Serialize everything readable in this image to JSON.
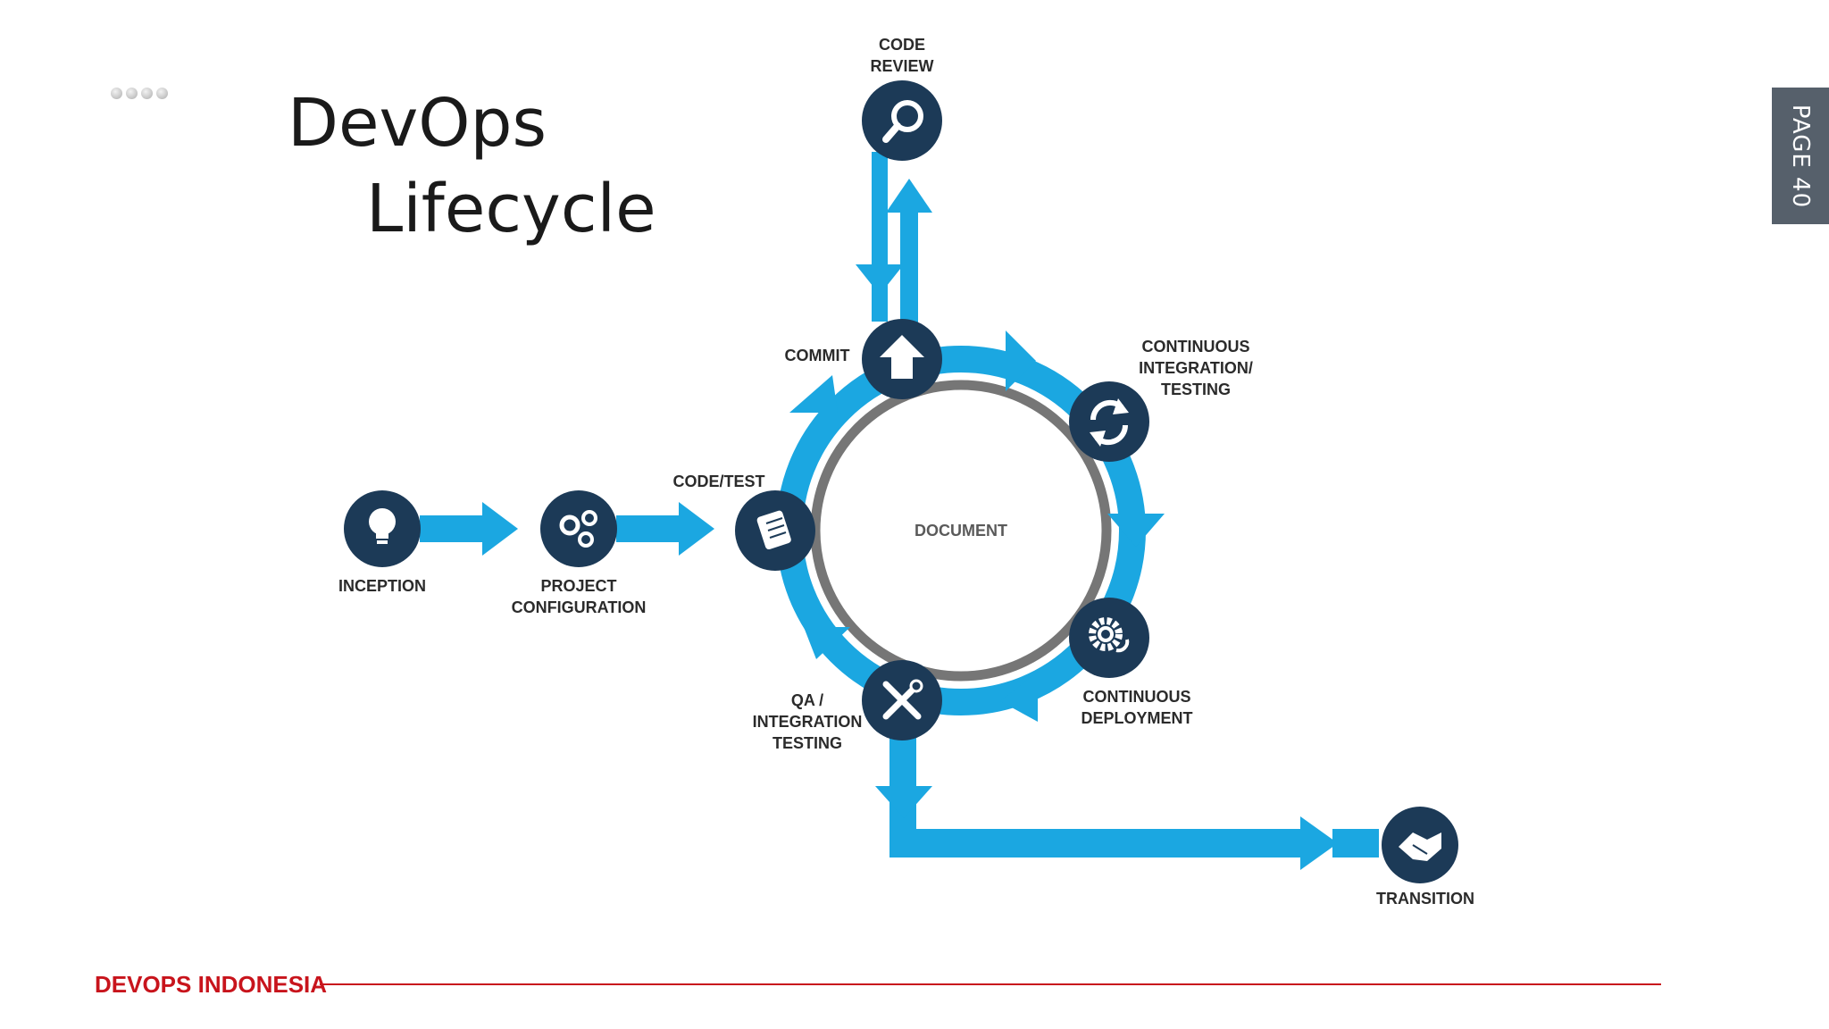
{
  "slide": {
    "title_line1": "DevOps",
    "title_line2": "Lifecycle",
    "page_label": "PAGE 40",
    "footer_brand": "DEVOPS INDONESIA"
  },
  "diagram": {
    "center_label": "DOCUMENT",
    "stages": {
      "code_review": [
        "CODE",
        "REVIEW"
      ],
      "commit": [
        "COMMIT"
      ],
      "ci_testing": [
        "CONTINUOUS",
        "INTEGRATION/",
        "TESTING"
      ],
      "code_test": [
        "CODE/TEST"
      ],
      "inception": [
        "INCEPTION"
      ],
      "project_config": [
        "PROJECT",
        "CONFIGURATION"
      ],
      "continuous_deployment": [
        "CONTINUOUS",
        "DEPLOYMENT"
      ],
      "qa_testing": [
        "QA /",
        "INTEGRATION",
        "TESTING"
      ],
      "transition": [
        "TRANSITION"
      ]
    },
    "colors": {
      "arrow": "#1ba7e1",
      "node": "#1c3a57",
      "ring": "#767676",
      "label": "#2b2b2b"
    }
  }
}
